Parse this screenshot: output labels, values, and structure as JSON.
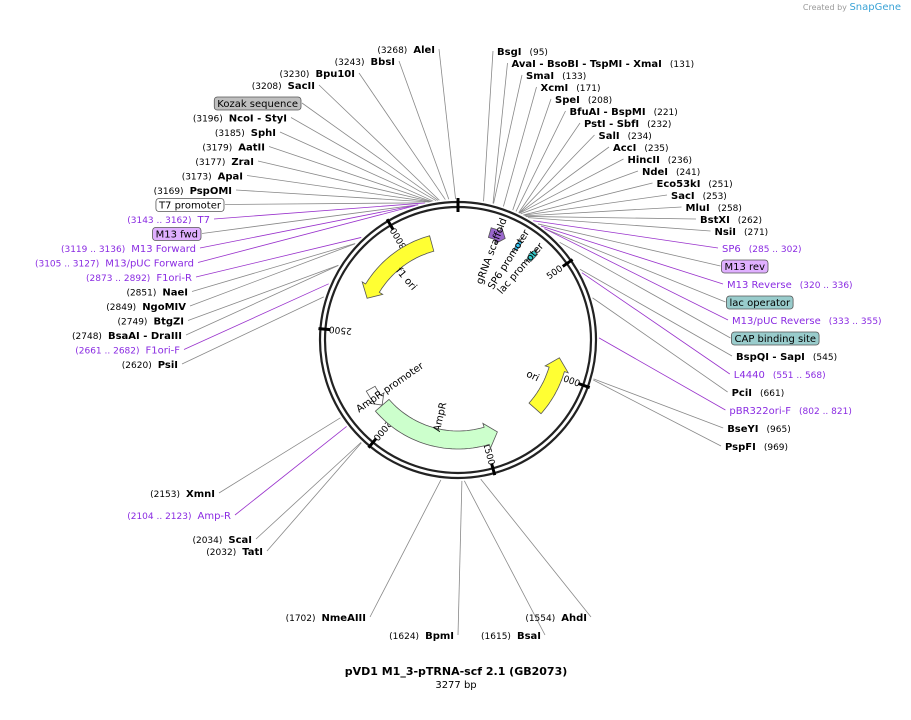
{
  "credit": {
    "prefix": "Created by",
    "brand": "SnapGene"
  },
  "plasmid": {
    "name": "pVD1 M1_3-pTRNA-scf 2.1 (GB2073)",
    "length_label": "3277 bp",
    "length": 3277
  },
  "ring_ticks": [
    {
      "pos": 500,
      "label": "500"
    },
    {
      "pos": 1000,
      "label": "1000"
    },
    {
      "pos": 1500,
      "label": "1500"
    },
    {
      "pos": 2000,
      "label": "2000"
    },
    {
      "pos": 2500,
      "label": "2500"
    },
    {
      "pos": 3000,
      "label": "3000"
    }
  ],
  "features": [
    {
      "name": "f1 ori",
      "start": 2682,
      "end": 3138,
      "dir": -1,
      "color": "#ffff33"
    },
    {
      "name": "AmpR",
      "start": 1427,
      "end": 2087,
      "dir": -1,
      "color": "#ccffcc"
    },
    {
      "name": "AmpR promoter",
      "start": 2088,
      "end": 2192,
      "dir": -1,
      "color": "#ffffff"
    },
    {
      "name": "ori",
      "start": 910,
      "end": 1198,
      "dir": -1,
      "color": "#ffff33"
    },
    {
      "name": "SP6 promoter",
      "start": 285,
      "end": 303,
      "dir": -1,
      "color": "#33ccff"
    },
    {
      "name": "gRNA scaffold",
      "start": 150,
      "end": 227,
      "dir": 1,
      "color": "#9966cc"
    },
    {
      "name": "lac promoter",
      "start": 360,
      "end": 390,
      "dir": -1,
      "color": "#33cccc"
    }
  ],
  "enzymes_right": [
    {
      "name": "BsgI",
      "pos": "(95)"
    },
    {
      "name": "AvaI  - BsoBI  - TspMI  - XmaI",
      "pos": "(131)"
    },
    {
      "name": "SmaI",
      "pos": "(133)"
    },
    {
      "name": "XcmI",
      "pos": "(171)"
    },
    {
      "name": "SpeI",
      "pos": "(208)"
    },
    {
      "name": "BfuAI  - BspMI",
      "pos": "(221)"
    },
    {
      "name": "PstI  - SbfI",
      "pos": "(232)"
    },
    {
      "name": "SalI",
      "pos": "(234)"
    },
    {
      "name": "AccI",
      "pos": "(235)"
    },
    {
      "name": "HincII",
      "pos": "(236)"
    },
    {
      "name": "NdeI",
      "pos": "(241)"
    },
    {
      "name": "Eco53kI",
      "pos": "(251)"
    },
    {
      "name": "SacI",
      "pos": "(253)"
    },
    {
      "name": "MluI",
      "pos": "(258)"
    },
    {
      "name": "BstXI",
      "pos": "(262)"
    },
    {
      "name": "NsiI",
      "pos": "(271)"
    }
  ],
  "right_annotations": [
    {
      "type": "primer",
      "name": "SP6",
      "pos": "(285 .. 302)"
    },
    {
      "type": "box",
      "name": "M13 rev",
      "color": "#e0b0ff"
    },
    {
      "type": "primer",
      "name": "M13 Reverse",
      "pos": "(320 .. 336)"
    },
    {
      "type": "box",
      "name": "lac operator",
      "color": "#99cccc"
    },
    {
      "type": "primer",
      "name": "M13/pUC Reverse",
      "pos": "(333 .. 355)"
    },
    {
      "type": "box",
      "name": "CAP binding site",
      "color": "#99cccc"
    },
    {
      "type": "enzyme",
      "name": "BspQI  - SapI",
      "pos": "(545)"
    },
    {
      "type": "primer",
      "name": "L4440",
      "pos": "(551 .. 568)"
    },
    {
      "type": "enzyme",
      "name": "PciI",
      "pos": "(661)"
    },
    {
      "type": "primer",
      "name": "pBR322ori-F",
      "pos": "(802 .. 821)"
    },
    {
      "type": "enzyme",
      "name": "BseYI",
      "pos": "(965)"
    },
    {
      "type": "enzyme",
      "name": "PspFI",
      "pos": "(969)"
    }
  ],
  "enzymes_top_left": [
    {
      "name": "AleI",
      "pos": "(3268)"
    },
    {
      "name": "BbsI",
      "pos": "(3243)"
    },
    {
      "name": "Bpu10I",
      "pos": "(3230)"
    },
    {
      "name": "SacII",
      "pos": "(3208)"
    }
  ],
  "left_annotations": [
    {
      "type": "box",
      "name": "Kozak sequence",
      "color": "#bfbfbf"
    },
    {
      "type": "enzyme",
      "name": "NcoI  - StyI",
      "pos": "(3196)"
    },
    {
      "type": "enzyme",
      "name": "SphI",
      "pos": "(3185)"
    },
    {
      "type": "enzyme",
      "name": "AatII",
      "pos": "(3179)"
    },
    {
      "type": "enzyme",
      "name": "ZraI",
      "pos": "(3177)"
    },
    {
      "type": "enzyme",
      "name": "ApaI",
      "pos": "(3173)"
    },
    {
      "type": "enzyme",
      "name": "PspOMI",
      "pos": "(3169)"
    },
    {
      "type": "box",
      "name": "T7 promoter",
      "color": "#ffffff"
    },
    {
      "type": "primer",
      "name": "T7",
      "pos": "(3143 .. 3162)"
    },
    {
      "type": "box",
      "name": "M13 fwd",
      "color": "#e0b0ff"
    },
    {
      "type": "primer",
      "name": "M13 Forward",
      "pos": "(3119 .. 3136)"
    },
    {
      "type": "primer",
      "name": "M13/pUC Forward",
      "pos": "(3105 .. 3127)"
    },
    {
      "type": "primer",
      "name": "F1ori-R",
      "pos": "(2873 .. 2892)"
    },
    {
      "type": "enzyme",
      "name": "NaeI",
      "pos": "(2851)"
    },
    {
      "type": "enzyme",
      "name": "NgoMIV",
      "pos": "(2849)"
    },
    {
      "type": "enzyme",
      "name": "BtgZI",
      "pos": "(2749)"
    },
    {
      "type": "enzyme",
      "name": "BsaAI  - DraIII",
      "pos": "(2748)"
    },
    {
      "type": "primer",
      "name": "F1ori-F",
      "pos": "(2661 .. 2682)"
    },
    {
      "type": "enzyme",
      "name": "PsiI",
      "pos": "(2620)"
    }
  ],
  "bottom_annotations": [
    {
      "type": "enzyme",
      "name": "XmnI",
      "pos": "(2153)"
    },
    {
      "type": "primer",
      "name": "Amp-R",
      "pos": "(2104 .. 2123)"
    },
    {
      "type": "enzyme",
      "name": "ScaI",
      "pos": "(2034)"
    },
    {
      "type": "enzyme",
      "name": "TatI",
      "pos": "(2032)"
    },
    {
      "type": "enzyme",
      "name": "NmeAIII",
      "pos": "(1702)"
    },
    {
      "type": "enzyme",
      "name": "BpmI",
      "pos": "(1624)"
    },
    {
      "type": "enzyme",
      "name": "BsaI",
      "pos": "(1615)"
    },
    {
      "type": "enzyme",
      "name": "AhdI",
      "pos": "(1554)"
    }
  ]
}
